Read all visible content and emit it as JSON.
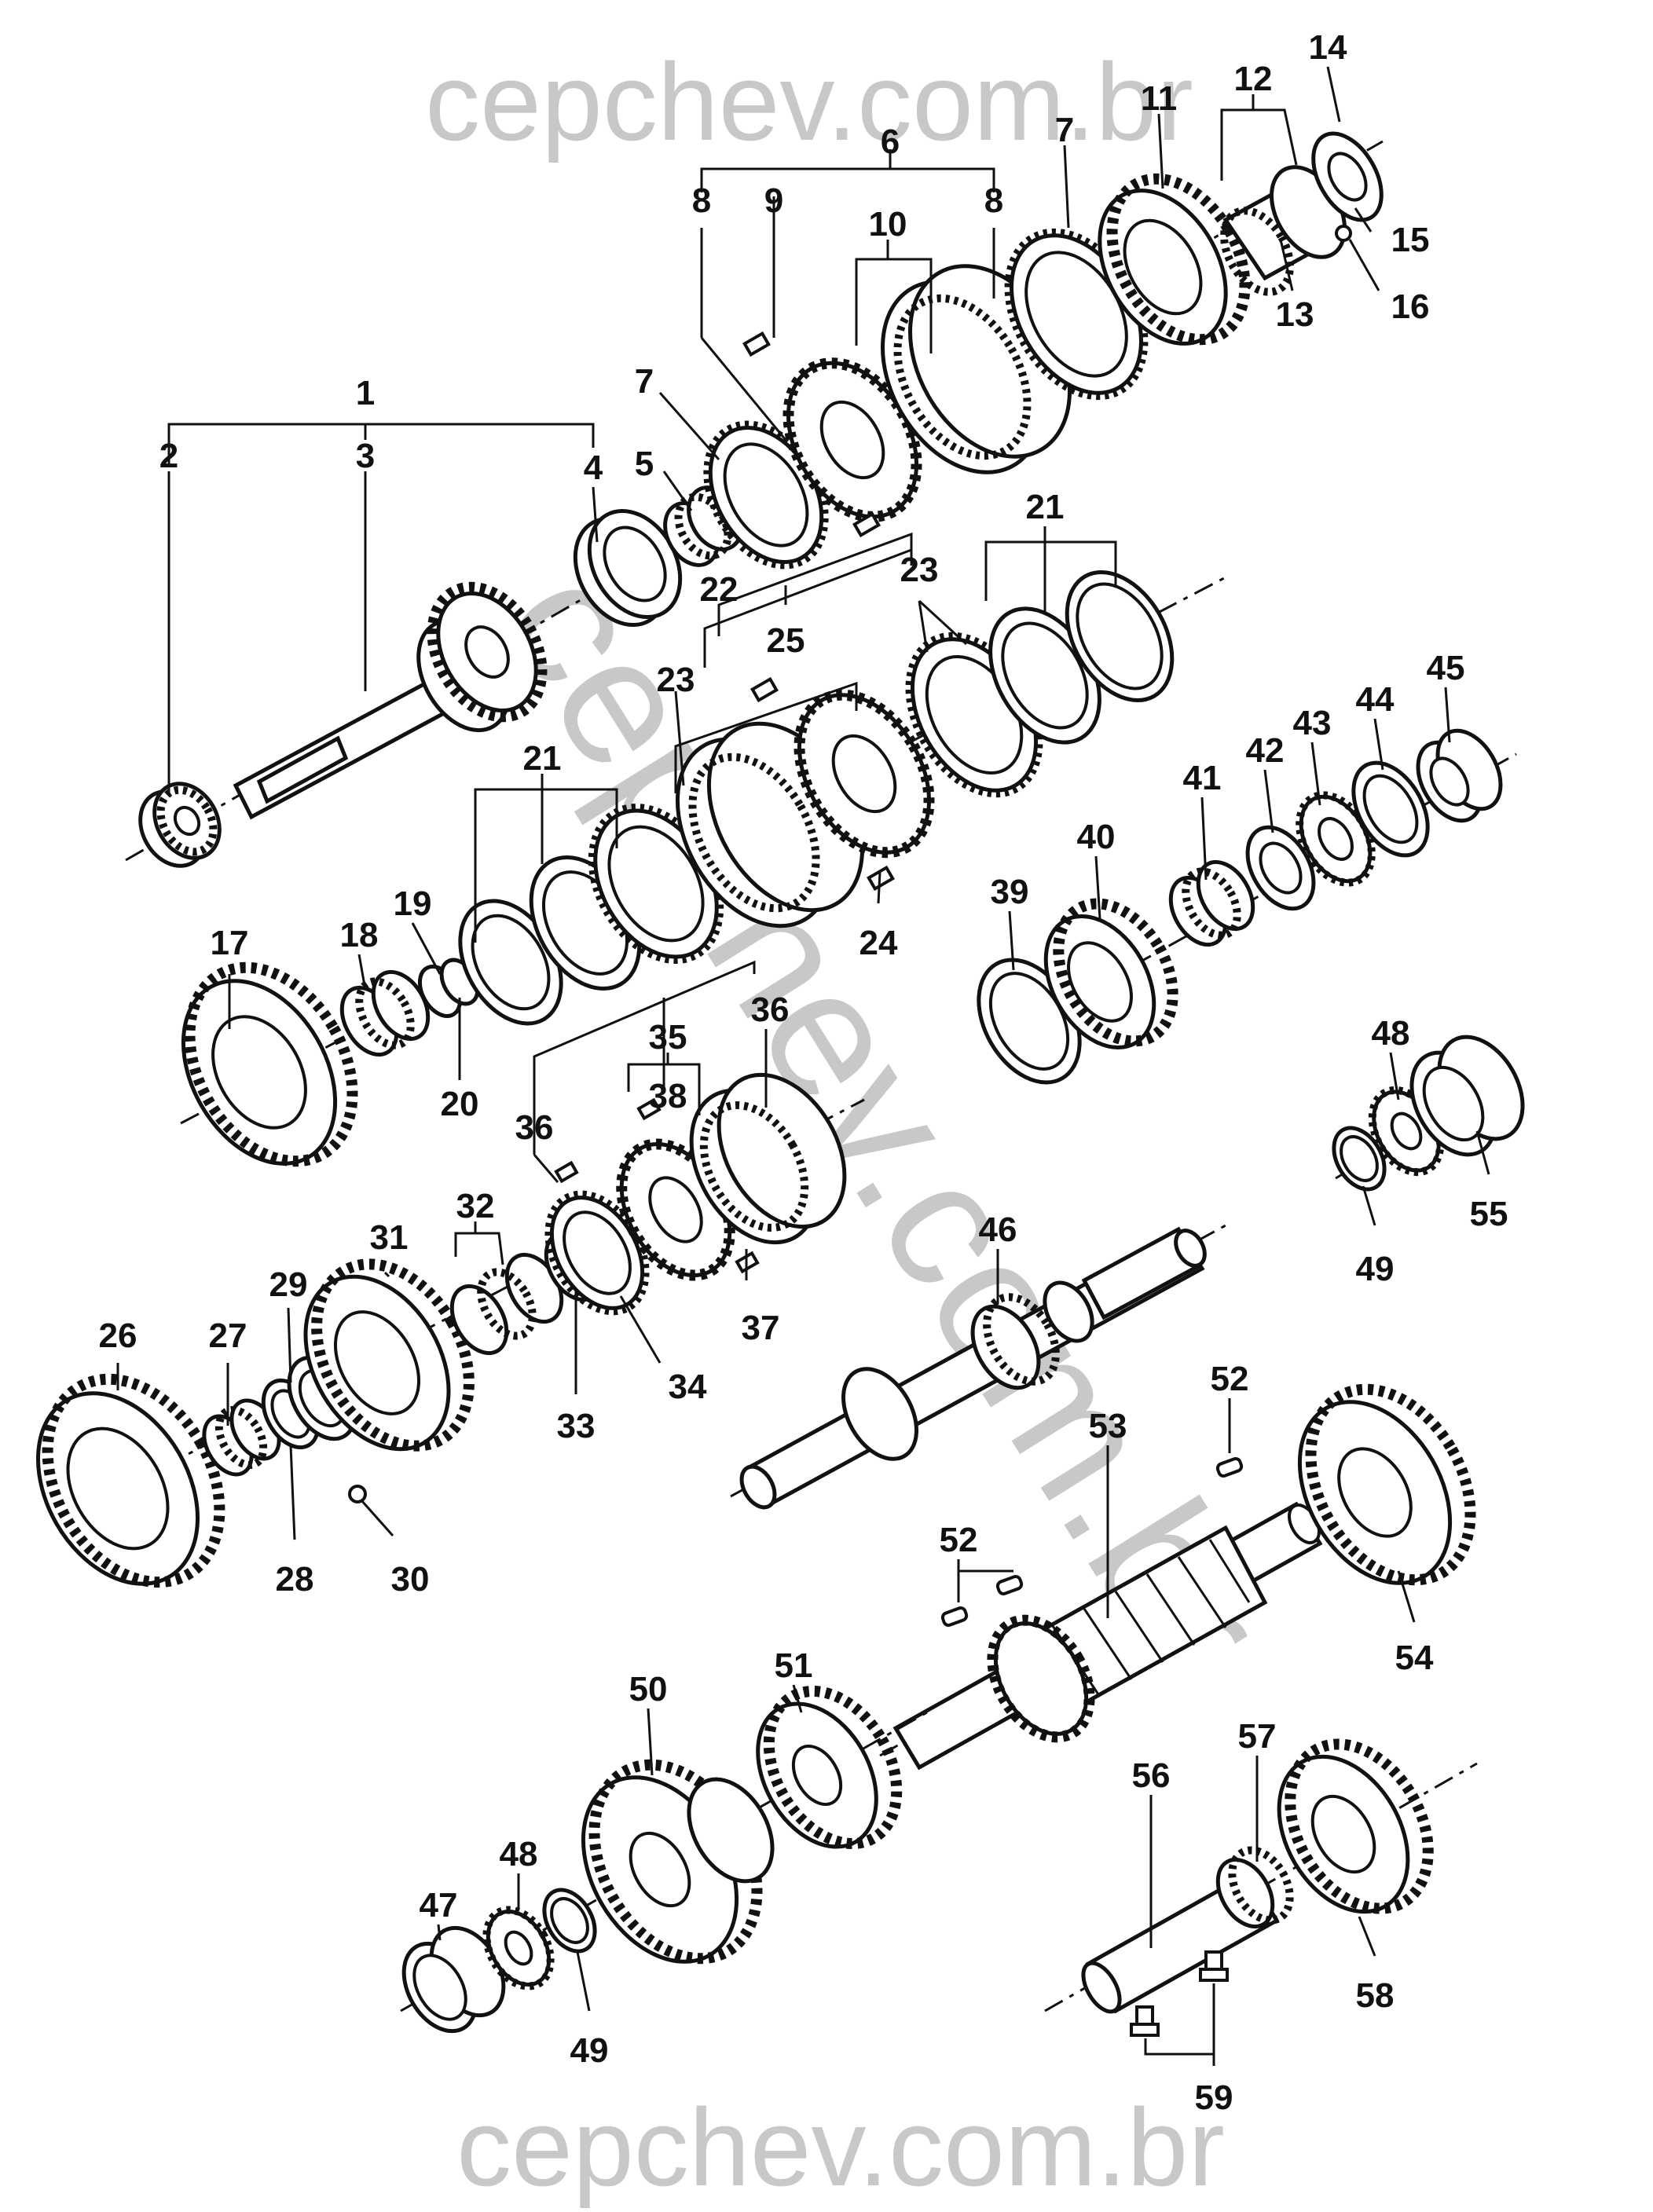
{
  "watermarks": {
    "top": "cepchev.com.br",
    "bottom": "cepchev.com.br",
    "diagonal": "cepchev.com.br"
  },
  "callouts": [
    "1",
    "2",
    "3",
    "4",
    "5",
    "6",
    "7",
    "8",
    "9",
    "10",
    "11",
    "12",
    "13",
    "14",
    "15",
    "16",
    "17",
    "18",
    "19",
    "20",
    "21",
    "22",
    "23",
    "24",
    "25",
    "26",
    "27",
    "28",
    "29",
    "30",
    "31",
    "32",
    "33",
    "34",
    "35",
    "36",
    "37",
    "38",
    "39",
    "40",
    "41",
    "42",
    "43",
    "44",
    "45",
    "46",
    "47",
    "48",
    "49",
    "50",
    "51",
    "52",
    "53",
    "54",
    "55",
    "56",
    "57",
    "58",
    "59"
  ],
  "colors": {
    "ink": "#111111",
    "watermark": "#c8c8c8",
    "paper": "#ffffff"
  }
}
